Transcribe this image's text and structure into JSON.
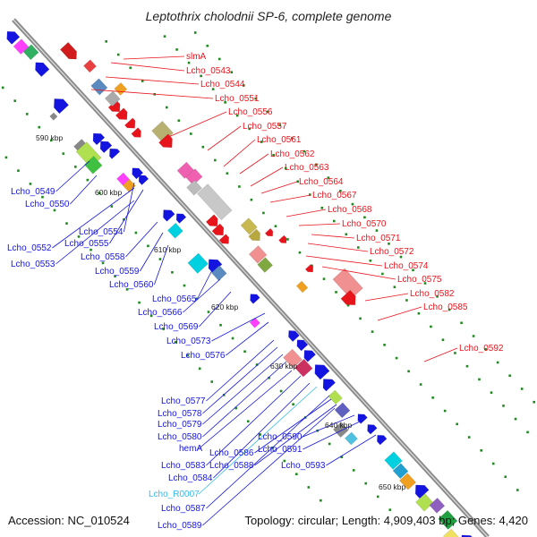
{
  "title": "Leptothrix cholodnii SP-6, complete genome",
  "footer": {
    "accession": "Accession: NC_010524",
    "topology": "Topology: circular; Length: 4,909,403 bp; Genes: 4,420"
  },
  "kbp_labels": [
    "590 kbp",
    "600 kbp",
    "610 kbp",
    "620 kbp",
    "630 kbp",
    "640 kbp",
    "650 kbp"
  ],
  "right_labels": [
    "slmA",
    "Lcho_0543",
    "Lcho_0544",
    "Lcho_0551",
    "Lcho_0556",
    "Lcho_0557",
    "Lcho_0561",
    "Lcho_0562",
    "Lcho_0563",
    "Lcho_0564",
    "Lcho_0567",
    "Lcho_0568",
    "Lcho_0570",
    "Lcho_0571",
    "Lcho_0572",
    "Lcho_0574",
    "Lcho_0575",
    "Lcho_0582",
    "Lcho_0585",
    "Lcho_0592"
  ],
  "left_labels": [
    "Lcho_0549",
    "Lcho_0550",
    "Lcho_0552",
    "Lcho_0553",
    "Lcho_0554",
    "Lcho_0555",
    "Lcho_0558",
    "Lcho_0559",
    "Lcho_0560",
    "Lcho_0565",
    "Lcho_0566",
    "Lcho_0569",
    "Lcho_0573",
    "Lcho_0576",
    "Lcho_0577",
    "Lcho_0578",
    "Lcho_0579",
    "Lcho_0580",
    "hemA",
    "Lcho_0583",
    "Lcho_0584",
    "Lcho_R0007",
    "Lcho_0587",
    "Lcho_0589",
    "Lcho_0586",
    "Lcho_0588",
    "Lcho_0590",
    "Lcho_0591",
    "Lcho_0593"
  ],
  "colors": {
    "forward_strand": "#e8141c",
    "reverse_strand": "#1414e0",
    "rna_label": "#33bbee",
    "backbone": "#8a8a8a",
    "gc_tick": "#1f8a1f"
  }
}
